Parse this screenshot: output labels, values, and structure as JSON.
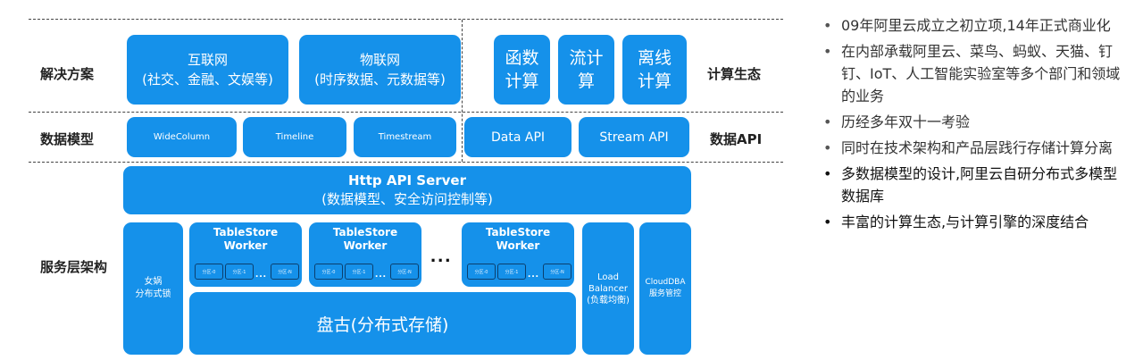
{
  "rows": {
    "solutions": "解决方案",
    "compute_ecosystem": "计算生态",
    "data_model": "数据模型",
    "data_api": "数据API",
    "service_layer": "服务层架构"
  },
  "solutions": {
    "iot_internet": {
      "line1": "互联网",
      "line2": "(社交、金融、文娱等)"
    },
    "iot": {
      "line1": "物联网",
      "line2": "(时序数据、元数据等)"
    }
  },
  "compute": {
    "function": {
      "line1": "函数",
      "line2": "计算"
    },
    "stream": {
      "line1": "流计",
      "line2": "算"
    },
    "offline": {
      "line1": "离线",
      "line2": "计算"
    }
  },
  "models": {
    "wide_column": "WideColumn",
    "timeline": "Timeline",
    "timestream": "Timestream"
  },
  "apis": {
    "data_api": "Data API",
    "stream_api": "Stream API"
  },
  "http_server": {
    "line1": "Http API Server",
    "line2": "(数据模型、安全访问控制等)"
  },
  "nuwa": {
    "line1": "女娲",
    "line2": "分布式锁"
  },
  "worker": {
    "line1": "TableStore",
    "line2": "Worker"
  },
  "shards": {
    "s0": "分区-0",
    "s1": "分区-1",
    "sn": "分区-N",
    "dots": "..."
  },
  "workers_ellipsis": "...",
  "pangu": "盘古(分布式存储)",
  "load_balancer": {
    "line1": "Load",
    "line2": "Balancer",
    "line3": "(负载均衡)"
  },
  "cloud_dba": {
    "line1": "CloudDBA",
    "line2": "服务管控"
  },
  "bullets": [
    "09年阿里云成立之初立项,14年正式商业化",
    "在内部承载阿里云、菜鸟、蚂蚁、天猫、钉钉、IoT、人工智能实验室等多个部门和领域的业务",
    "历经多年双十一考验",
    "同时在技术架构和产品层践行存储计算分离",
    "多数据模型的设计,阿里云自研分布式多模型数据库",
    "丰富的计算生态,与计算引擎的深度结合"
  ],
  "colors": {
    "box_blue": "#1591ea",
    "shard_border": "#0b3f6e"
  }
}
